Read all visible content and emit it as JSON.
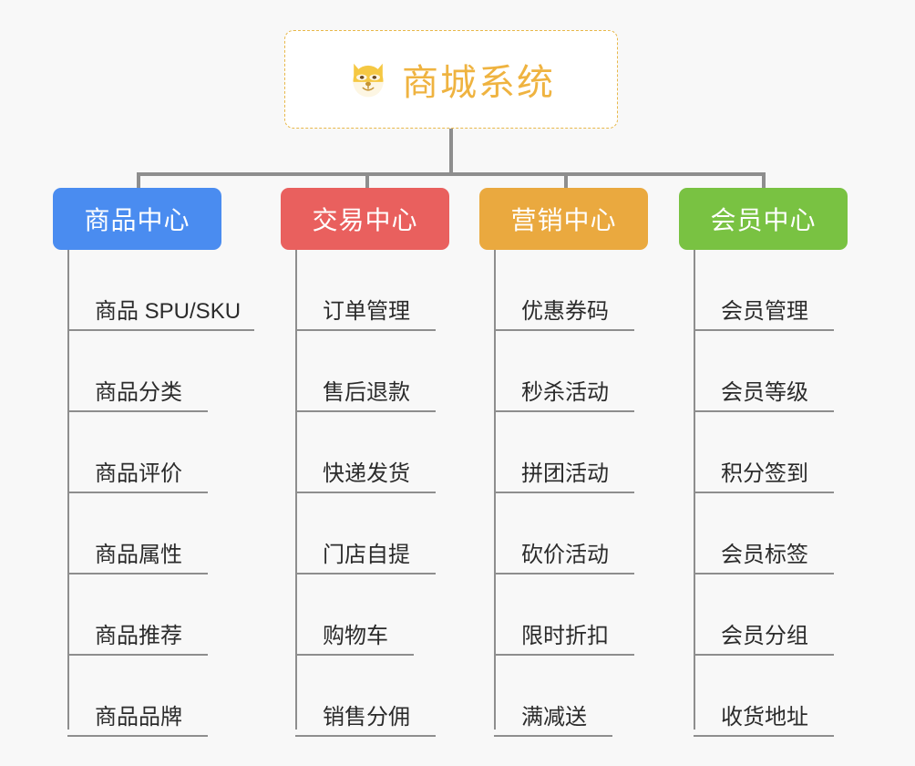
{
  "root": {
    "title": "商城系统",
    "icon": "shiba-dog-face-icon",
    "border_color": "#e8b84a",
    "text_color": "#efb340",
    "background": "#ffffff"
  },
  "canvas": {
    "background": "#f8f8f8",
    "connector_color": "#8e8e8e"
  },
  "branches": [
    {
      "label": "商品中心",
      "color": "#4a8cf0",
      "items": [
        "商品 SPU/SKU",
        "商品分类",
        "商品评价",
        "商品属性",
        "商品推荐",
        "商品品牌"
      ]
    },
    {
      "label": "交易中心",
      "color": "#e9605e",
      "items": [
        "订单管理",
        "售后退款",
        "快递发货",
        "门店自提",
        "购物车",
        "销售分佣"
      ]
    },
    {
      "label": "营销中心",
      "color": "#eaa93f",
      "items": [
        "优惠券码",
        "秒杀活动",
        "拼团活动",
        "砍价活动",
        "限时折扣",
        "满减送"
      ]
    },
    {
      "label": "会员中心",
      "color": "#79c242",
      "items": [
        "会员管理",
        "会员等级",
        "积分签到",
        "会员标签",
        "会员分组",
        "收货地址"
      ]
    }
  ]
}
